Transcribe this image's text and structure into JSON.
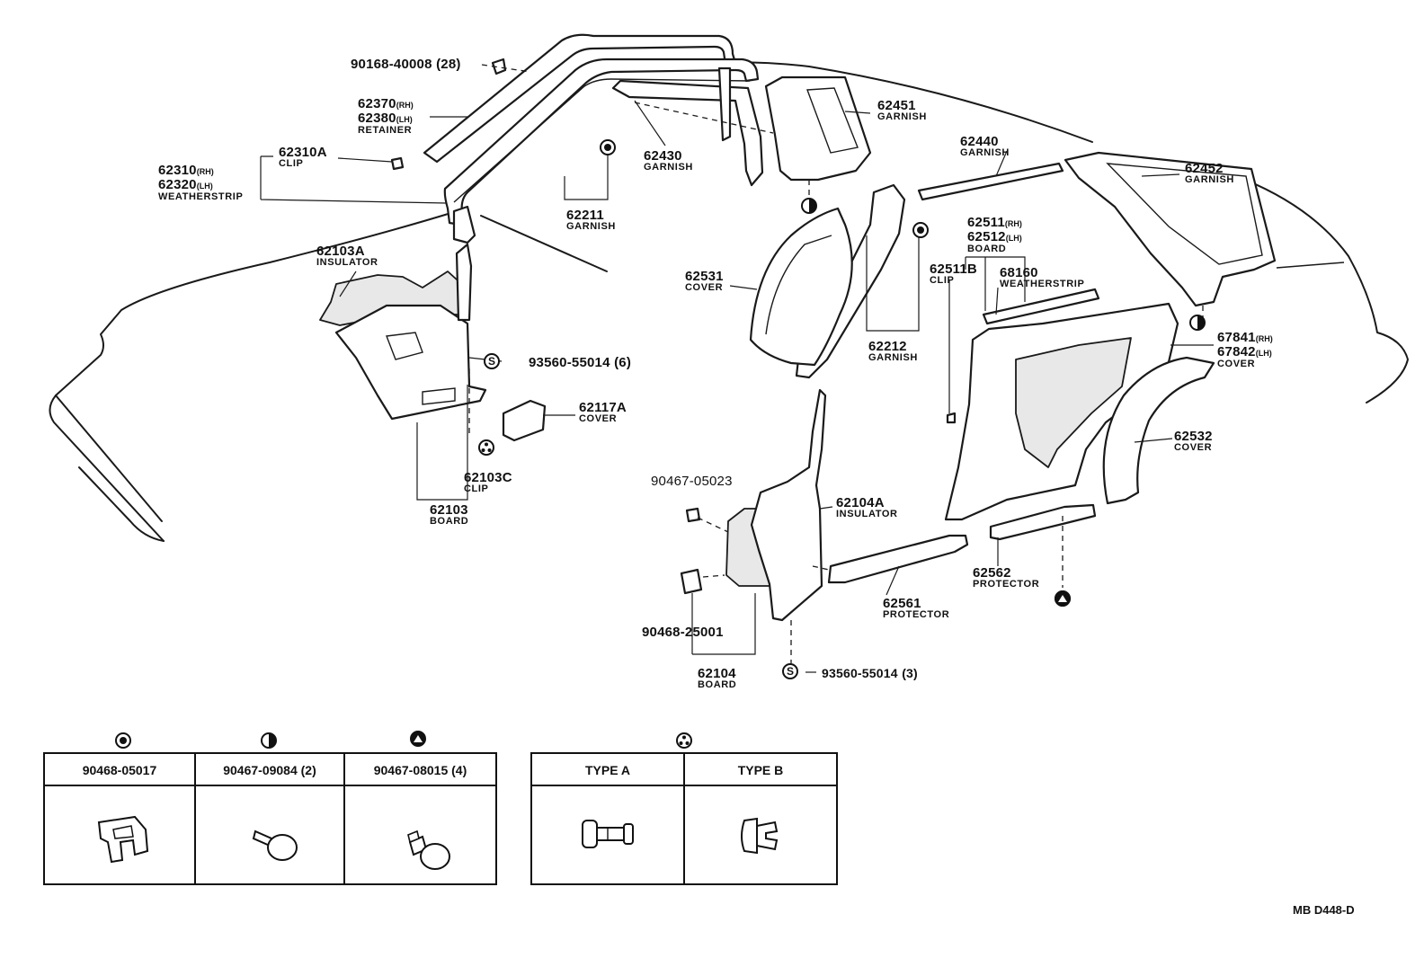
{
  "callouts": {
    "c1": {
      "pn": "90168-40008",
      "qty": "(28)"
    },
    "c2": {
      "pn1": "62370",
      "rh": "(RH)",
      "pn2": "62380",
      "lh": "(LH)",
      "name": "RETAINER"
    },
    "c3": {
      "pn": "62310A",
      "name": "CLIP"
    },
    "c4": {
      "pn1": "62310",
      "rh": "(RH)",
      "pn2": "62320",
      "lh": "(LH)",
      "name": "WEATHERSTRIP"
    },
    "c5": {
      "pn": "62430",
      "name": "GARNISH"
    },
    "c6": {
      "pn": "62451",
      "name": "GARNISH"
    },
    "c7": {
      "pn": "62211",
      "name": "GARNISH"
    },
    "c8": {
      "pn": "62440",
      "name": "GARNISH"
    },
    "c9": {
      "pn": "62452",
      "name": "GARNISH"
    },
    "c10": {
      "pn": "62103A",
      "name": "INSULATOR"
    },
    "c11": {
      "pn1": "62511",
      "rh": "(RH)",
      "pn2": "62512",
      "lh": "(LH)",
      "name": "BOARD"
    },
    "c12": {
      "pn": "62531",
      "name": "COVER"
    },
    "c13": {
      "pn": "62511B",
      "name": "CLIP"
    },
    "c14": {
      "pn": "68160",
      "name": "WEATHERSTRIP"
    },
    "c15": {
      "pn": "93560-55014",
      "qty": "(6)"
    },
    "c16": {
      "pn": "62212",
      "name": "GARNISH"
    },
    "c17": {
      "pn1": "67841",
      "rh": "(RH)",
      "pn2": "67842",
      "lh": "(LH)",
      "name": "COVER"
    },
    "c18": {
      "pn": "62117A",
      "name": "COVER"
    },
    "c19": {
      "pn": "62103C",
      "name": "CLIP"
    },
    "c20": {
      "pn": "62532",
      "name": "COVER"
    },
    "c21": {
      "pn": "90467-05023"
    },
    "c22": {
      "pn": "62104A",
      "name": "INSULATOR"
    },
    "c23": {
      "pn": "62103",
      "name": "BOARD"
    },
    "c24": {
      "pn": "62562",
      "name": "PROTECTOR"
    },
    "c25": {
      "pn": "62561",
      "name": "PROTECTOR"
    },
    "c26": {
      "pn": "90468-25001"
    },
    "c27": {
      "pn": "62104",
      "name": "BOARD"
    },
    "c28": {
      "pn": "93560-55014",
      "qty": "(3)"
    }
  },
  "symbols": {
    "screw": "S"
  },
  "legend_table_1": {
    "columns": [
      {
        "code": "90468-05017",
        "symbol_icon": "dot-circle-icon"
      },
      {
        "code": "90467-09084 (2)",
        "symbol_icon": "half-circle-icon"
      },
      {
        "code": "90467-08015 (4)",
        "symbol_icon": "triangle-circle-icon"
      }
    ]
  },
  "legend_table_2": {
    "symbol_icon": "tri-dot-circle-icon",
    "columns": [
      {
        "label": "TYPE A"
      },
      {
        "label": "TYPE B"
      }
    ]
  },
  "drawing_code": "MB D448-D"
}
